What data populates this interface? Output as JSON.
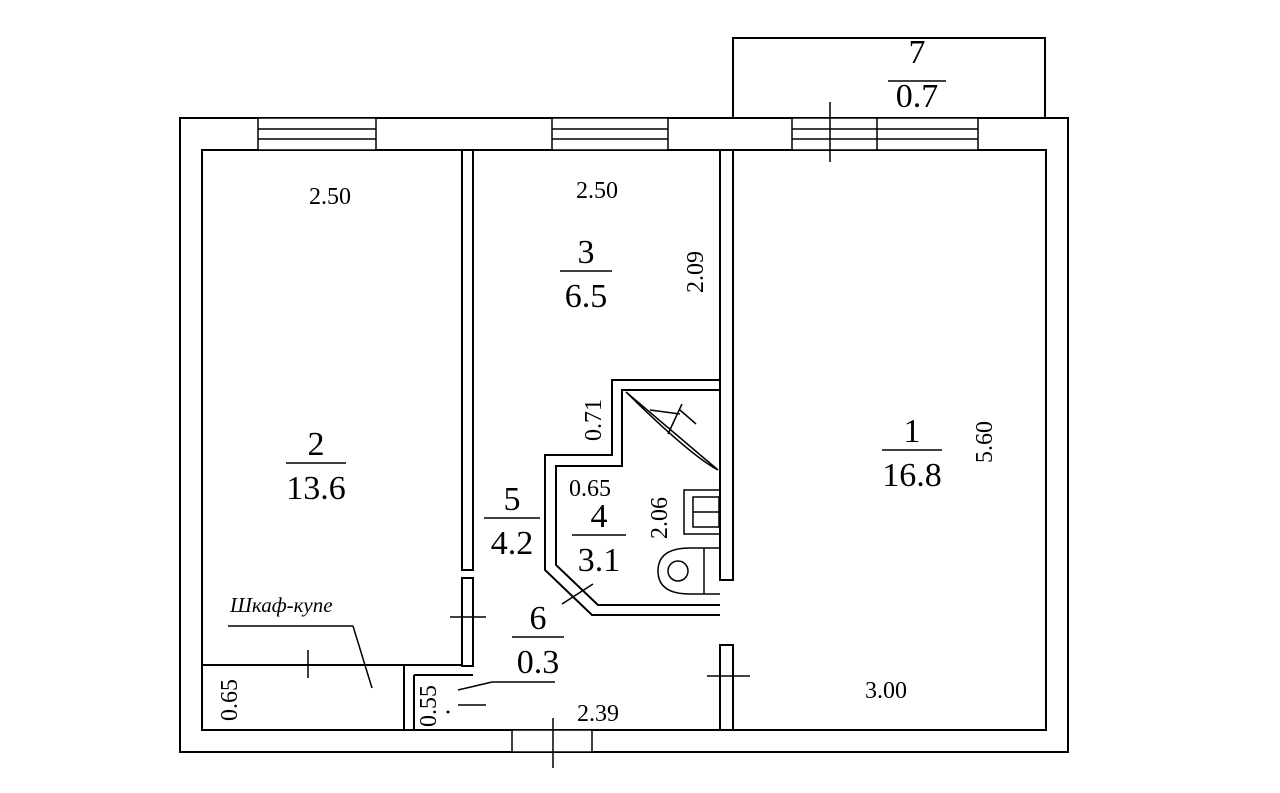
{
  "rooms": [
    {
      "id": "1",
      "number": "1",
      "area": "16.8"
    },
    {
      "id": "2",
      "number": "2",
      "area": "13.6"
    },
    {
      "id": "3",
      "number": "3",
      "area": "6.5"
    },
    {
      "id": "4",
      "number": "4",
      "area": "3.1"
    },
    {
      "id": "5",
      "number": "5",
      "area": "4.2"
    },
    {
      "id": "6",
      "number": "6",
      "area": "0.3"
    },
    {
      "id": "7",
      "number": "7",
      "area": "0.7"
    }
  ],
  "dimensions": {
    "room2_width": "2.50",
    "room3_width": "2.50",
    "room3_depth": "2.09",
    "bath_depth_top": "0.71",
    "bath_width": "0.65",
    "bath_depth": "2.06",
    "room1_depth": "5.60",
    "room1_width": "3.00",
    "corridor_width": "2.39",
    "closet_depth": "0.65",
    "niche_depth": "0.55"
  },
  "notes": {
    "wardrobe": "Шкаф-купе"
  }
}
